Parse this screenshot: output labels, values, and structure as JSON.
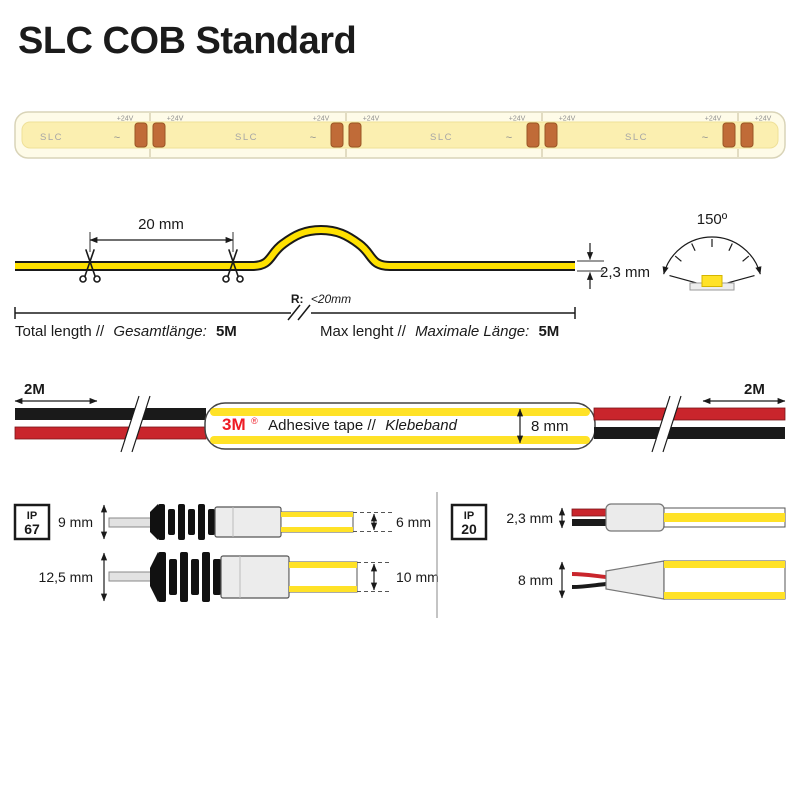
{
  "title": "SLC COB Standard",
  "strip": {
    "voltage": "+24V",
    "brand": "SLC",
    "tilde": "~"
  },
  "side_view": {
    "cut_spacing": "20 mm",
    "radius_label": "R:",
    "radius_value": "<20mm",
    "thickness": "2,3 mm",
    "beam_angle": "150º"
  },
  "lengths": {
    "total_label_en": "Total length //",
    "total_label_de": "Gesamtlänge:",
    "total_value": "5M",
    "max_label_en": "Max lenght //",
    "max_label_de": "Maximale Länge:",
    "max_value": "5M"
  },
  "tape": {
    "lead_length_left": "2M",
    "lead_length_right": "2M",
    "brand": "3M",
    "registered": "®",
    "label_en": "Adhesive tape //",
    "label_de": "Klebeband",
    "width": "8 mm"
  },
  "ip67": {
    "ip": "IP",
    "rating": "67",
    "connector_small_height": "9 mm",
    "connector_small_strip": "6 mm",
    "connector_large_height": "12,5 mm",
    "connector_large_strip": "10 mm"
  },
  "ip20": {
    "ip": "IP",
    "rating": "20",
    "strip_thickness": "2,3 mm",
    "strip_width": "8 mm"
  },
  "colors": {
    "brand_red": "#ee1c25",
    "strip_yellow": "#ffe227",
    "copper": "#c06b38",
    "wire_red": "#c9252c"
  }
}
